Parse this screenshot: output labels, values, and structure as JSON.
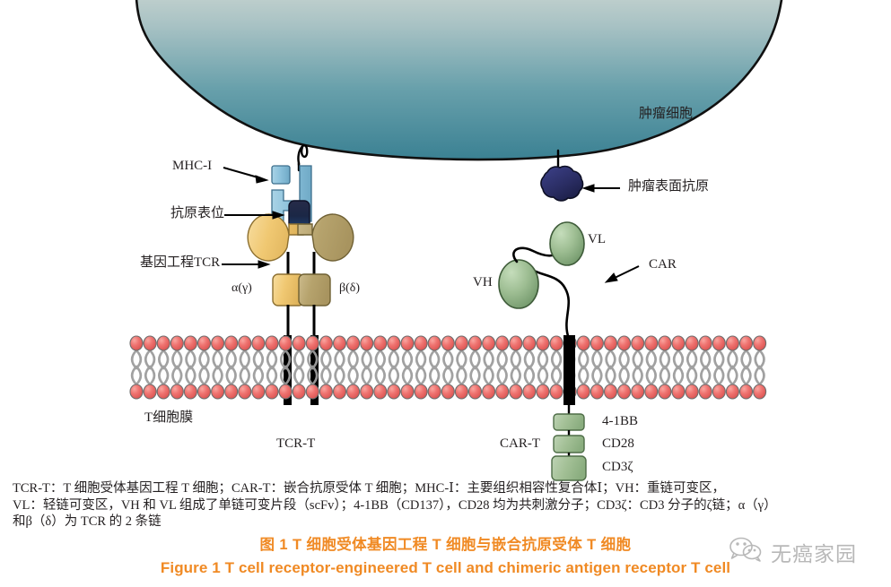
{
  "figure": {
    "labels": {
      "tumor_cell": "肿瘤细胞",
      "tumor_surface_antigen": "肿瘤表面抗原",
      "mhc_i": "MHC-I",
      "antigen_epitope": "抗原表位",
      "engineered_tcr": "基因工程TCR",
      "alpha_chain": "α(γ)",
      "beta_chain": "β(δ)",
      "t_cell_membrane": "T细胞膜",
      "tcr_t": "TCR-T",
      "car_t": "CAR-T",
      "vl": "VL",
      "vh": "VH",
      "car": "CAR",
      "domain_4_1bb": "4-1BB",
      "domain_cd28": "CD28",
      "domain_cd3zeta": "CD3ζ"
    },
    "colors": {
      "tumor_top": "#cfd8d2",
      "tumor_bottom": "#3e8394",
      "mhc_blue": "#8fc3dc",
      "epitope_dark": "#1b2a52",
      "antigen_navy": "#2b2f6b",
      "tcr_alpha": "#f3cd7a",
      "tcr_beta": "#b9a471",
      "car_green": "#8fb68a",
      "membrane_head": "#ef6a6a",
      "membrane_tail": "#9a9a9a",
      "title_orange": "#f08a24",
      "outline": "#000000"
    }
  },
  "caption": {
    "lines": [
      "TCR-T：T 细胞受体基因工程 T 细胞；CAR-T：嵌合抗原受体 T 细胞；MHC-Ⅰ：主要组织相容性复合体Ⅰ；VH：重链可变区，",
      "VL：轻链可变区，VH 和 VL 组成了单链可变片段（scFv）；4-1BB（CD137），CD28 均为共刺激分子；CD3ζ：CD3 分子的ζ链；α（γ）",
      "和β（δ）为 TCR 的 2 条链"
    ]
  },
  "title": {
    "chinese": "图 1  T 细胞受体基因工程 T 细胞与嵌合抗原受体 T 细胞",
    "english": "Figure 1  T cell receptor-engineered T cell and chimeric antigen receptor T cell"
  },
  "watermark": {
    "text": "无癌家园",
    "icon": "wechat-bubble-icon"
  }
}
